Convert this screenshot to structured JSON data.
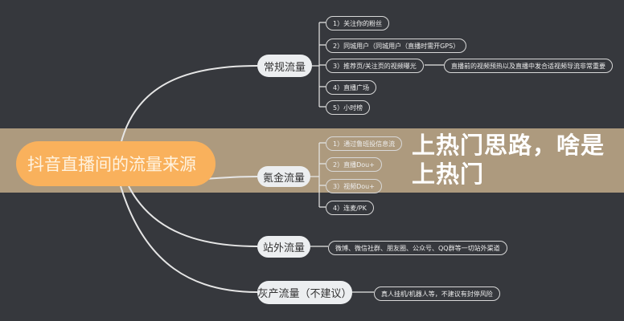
{
  "root": "抖音直播间的流量来源",
  "overlay_title": "上热门思路，啥是上热门",
  "branches": [
    {
      "label": "常规流量",
      "items": [
        "1）关注你的粉丝",
        "2）同城用户（同城用户（直播时需开GPS）",
        "3）推荐页/关注页的视频曝光",
        "4）直播广场",
        "5）小时榜"
      ],
      "detail": "直播前的视频预热以及直播中发合适视频导流非常重要"
    },
    {
      "label": "氪金流量",
      "items": [
        "1）通过鲁班投信息流",
        "2）直播Dou+",
        "3）视频Dou+",
        "4）连麦/PK"
      ]
    },
    {
      "label": "站外流量",
      "detail": "微博、微信社群、朋友圈、公众号、QQ群等一切站外渠道"
    },
    {
      "label": "灰产流量（不建议）",
      "detail": "真人挂机/机器人等，不建议有封停风险"
    }
  ]
}
